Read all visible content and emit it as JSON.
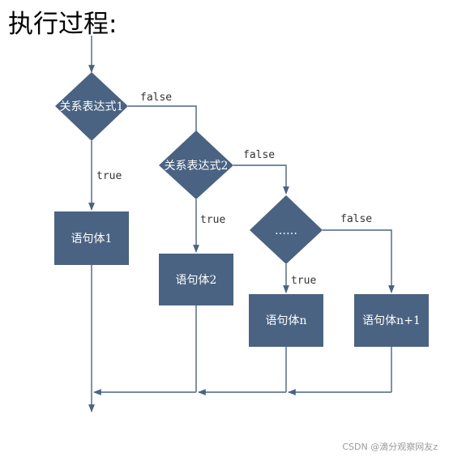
{
  "title": "执行过程:",
  "watermark": "CSDN @滴分观察网友z",
  "colors": {
    "node": "#4a6382",
    "line": "#4a6382",
    "text_on_node": "#ffffff"
  },
  "flowchart": {
    "conditions": [
      {
        "id": "cond1",
        "label": "关系表达式1"
      },
      {
        "id": "cond2",
        "label": "关系表达式2"
      },
      {
        "id": "cond3",
        "label": "……"
      }
    ],
    "statements": [
      {
        "id": "stmt1",
        "label": "语句体1"
      },
      {
        "id": "stmt2",
        "label": "语句体2"
      },
      {
        "id": "stmtn",
        "label": "语句体n"
      },
      {
        "id": "stmtn1",
        "label": "语句体n+1"
      }
    ],
    "branch_labels": {
      "false1": "false",
      "true1": "true",
      "false2": "false",
      "true2": "true",
      "false3": "false",
      "true3": "true"
    }
  }
}
